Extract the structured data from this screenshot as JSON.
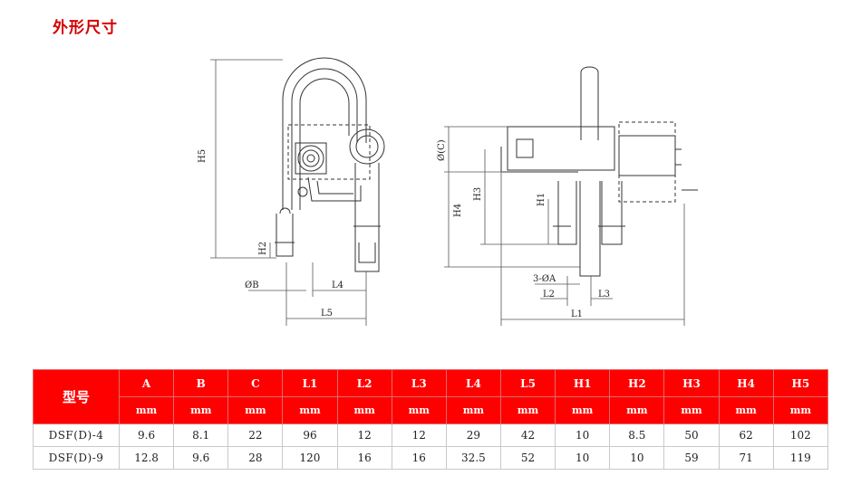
{
  "heading": "外形尺寸",
  "drawing": {
    "left_view_labels": {
      "h5": "H5",
      "h2": "H2",
      "b": "ØB",
      "l4": "L4",
      "l5": "L5"
    },
    "right_view_labels": {
      "c": "Ø(C)",
      "h4": "H4",
      "h3": "H3",
      "h1": "H1",
      "a": "3-ØA",
      "l2": "L2",
      "l3": "L3",
      "l1": "L1"
    }
  },
  "table": {
    "model_header": "型号",
    "columns": [
      "A",
      "B",
      "C",
      "L1",
      "L2",
      "L3",
      "L4",
      "L5",
      "H1",
      "H2",
      "H3",
      "H4",
      "H5"
    ],
    "unit": "mm",
    "rows": [
      {
        "model": "DSF(D)-4",
        "values": [
          "9.6",
          "8.1",
          "22",
          "96",
          "12",
          "12",
          "29",
          "42",
          "10",
          "8.5",
          "50",
          "62",
          "102"
        ]
      },
      {
        "model": "DSF(D)-9",
        "values": [
          "12.8",
          "9.6",
          "28",
          "120",
          "16",
          "16",
          "32.5",
          "52",
          "10",
          "10",
          "59",
          "71",
          "119"
        ]
      }
    ]
  }
}
